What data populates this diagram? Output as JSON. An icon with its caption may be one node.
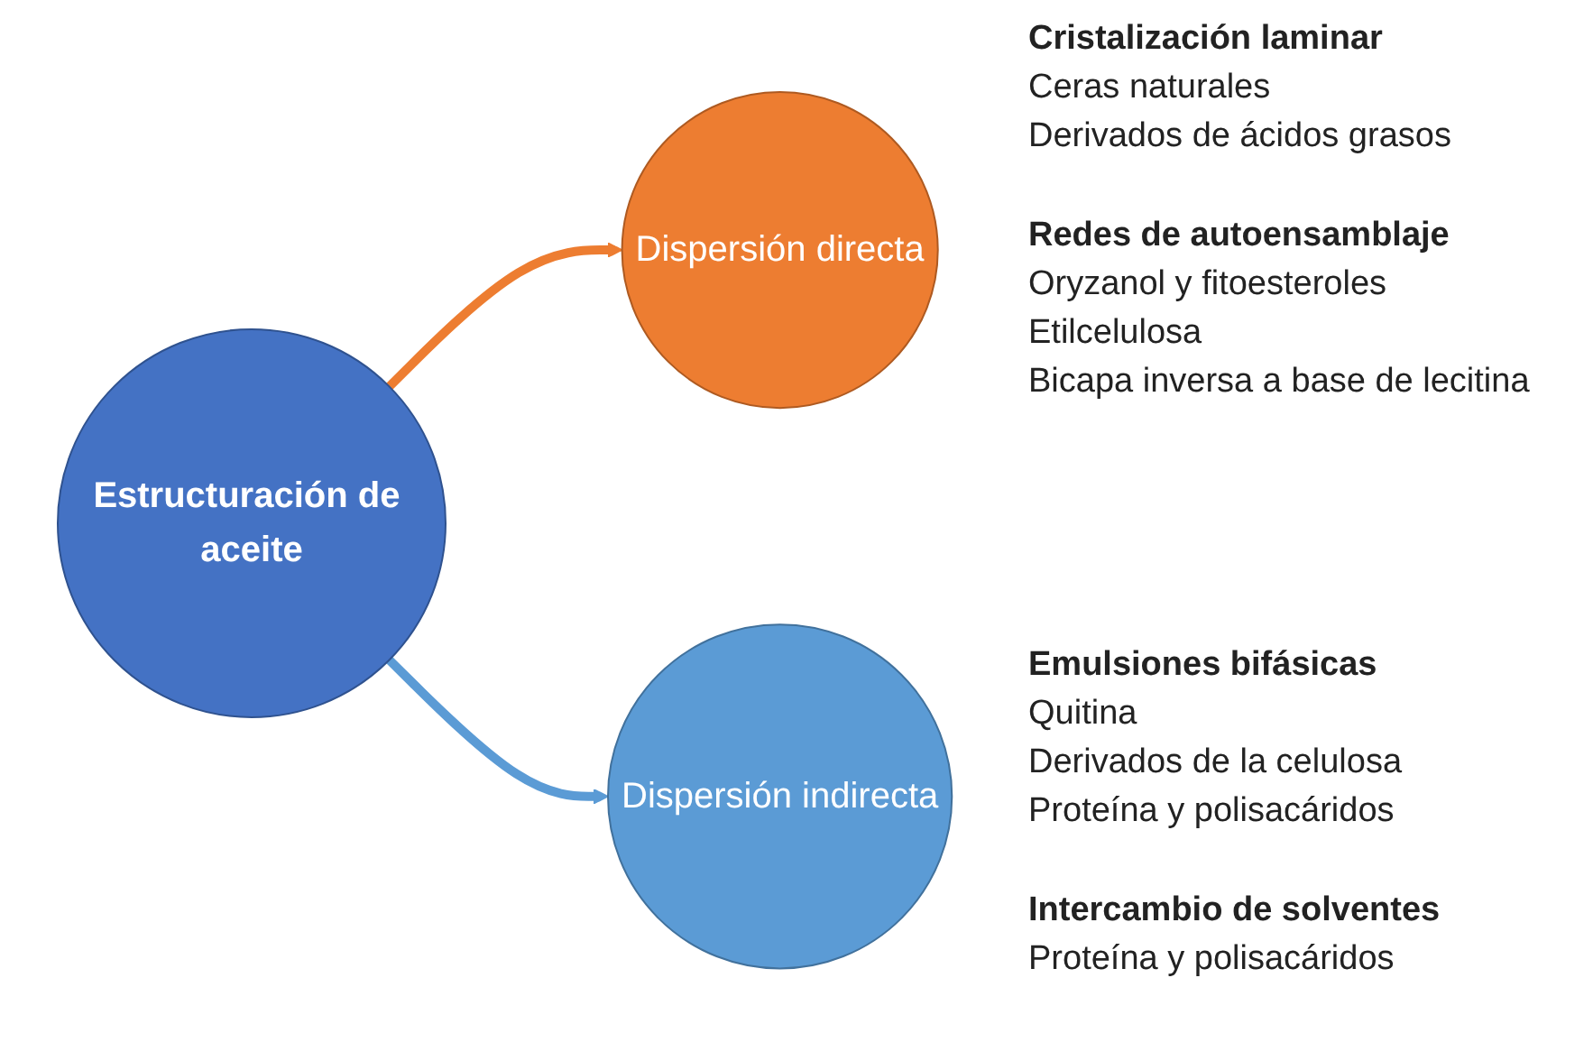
{
  "diagram": {
    "nodes": [
      {
        "text": [
          "Estructuración de aceite"
        ]
      },
      {
        "text": [
          "Dispersión directa"
        ]
      },
      {
        "text": [
          "Dispersión indirecta"
        ]
      }
    ],
    "edges": [
      {
        "from": 0,
        "to": 1,
        "arrow": "to",
        "color": "#ed7d31"
      },
      {
        "from": 0,
        "to": 2,
        "arrow": "to",
        "color": "#5b9bd5"
      }
    ],
    "labels": [
      "Cristalización laminar",
      "Ceras naturales",
      "Derivados de ácidos grasos",
      "Redes de autoensamblaje",
      "Oryzanol y fitoesteroles",
      "Etilcelulosa",
      "Bicapa inversa a base de lecitina",
      "Emulsiones bifásicas",
      "Quitina",
      "Derivados de la celulosa",
      "Proteína y polisacáridos",
      "Intercambio de solventes",
      "Proteína y polisacáridos"
    ]
  }
}
